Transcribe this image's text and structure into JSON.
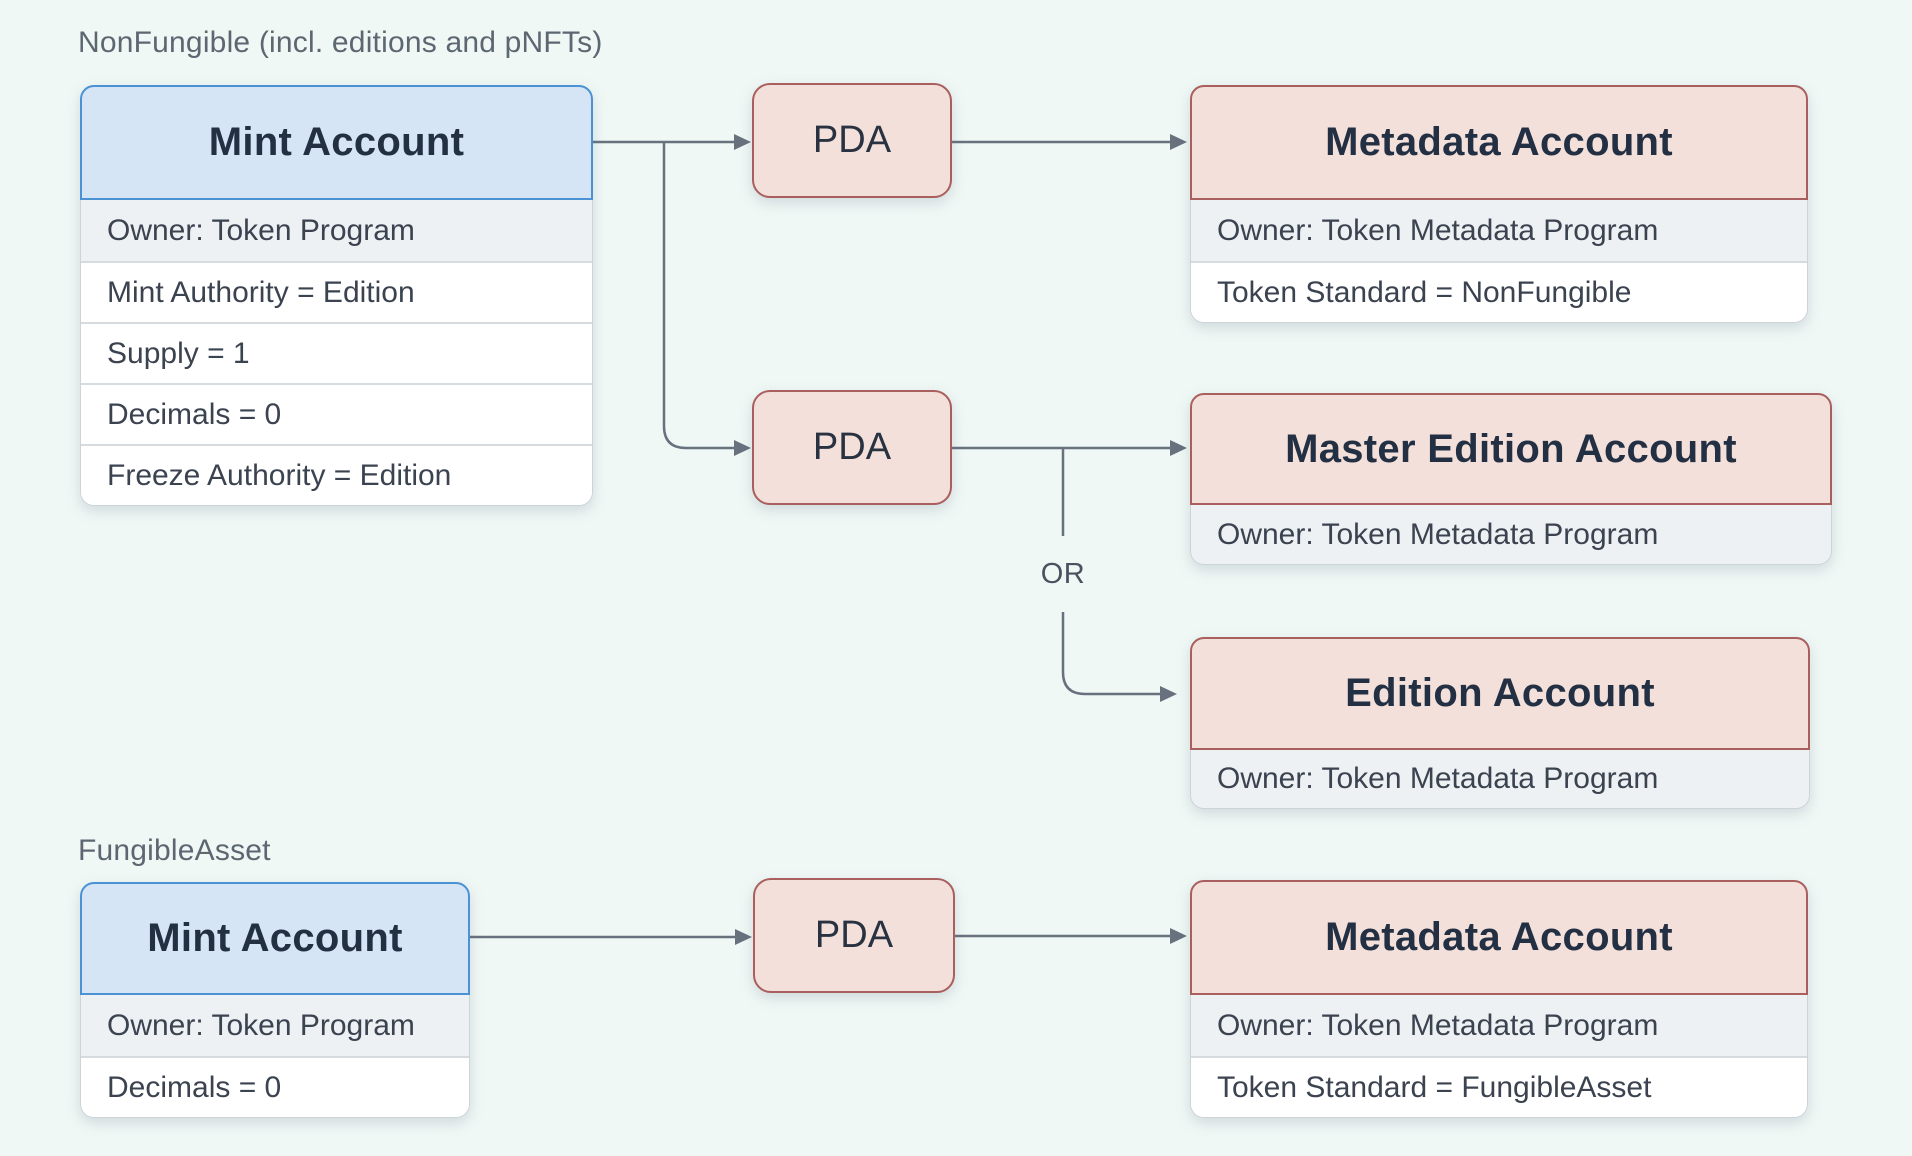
{
  "sections": {
    "nonfungible": {
      "label": "NonFungible (incl. editions and pNFTs)"
    },
    "fungible_asset": {
      "label": "FungibleAsset"
    }
  },
  "boxes": {
    "nf_mint": {
      "title": "Mint Account",
      "rows": [
        "Owner: Token Program",
        "Mint Authority = Edition",
        "Supply = 1",
        "Decimals = 0",
        "Freeze Authority = Edition"
      ]
    },
    "nf_pda_metadata": {
      "title": "PDA"
    },
    "nf_metadata": {
      "title": "Metadata Account",
      "rows": [
        "Owner: Token Metadata Program",
        "Token Standard = NonFungible"
      ]
    },
    "nf_pda_edition": {
      "title": "PDA"
    },
    "nf_master_edition": {
      "title": "Master Edition Account",
      "rows": [
        "Owner: Token Metadata Program"
      ]
    },
    "nf_edition": {
      "title": "Edition Account",
      "rows": [
        "Owner: Token Metadata Program"
      ]
    },
    "fa_mint": {
      "title": "Mint Account",
      "rows": [
        "Owner: Token Program",
        "Decimals = 0"
      ]
    },
    "fa_pda": {
      "title": "PDA"
    },
    "fa_metadata": {
      "title": "Metadata Account",
      "rows": [
        "Owner: Token Metadata Program",
        "Token Standard = FungibleAsset"
      ]
    }
  },
  "connectors": {
    "or_label": "OR"
  },
  "colors": {
    "background": "#eff8f5",
    "mint_header_fill": "#d5e5f6",
    "mint_header_border": "#4a92d3",
    "metadata_header_fill": "#f4e0da",
    "metadata_header_border": "#a95f5e",
    "connector_line": "#68727f",
    "shaded_row": "#eef1f3",
    "title_text": "#233044",
    "row_text": "#3b4350",
    "section_label_text": "#5d6772"
  }
}
